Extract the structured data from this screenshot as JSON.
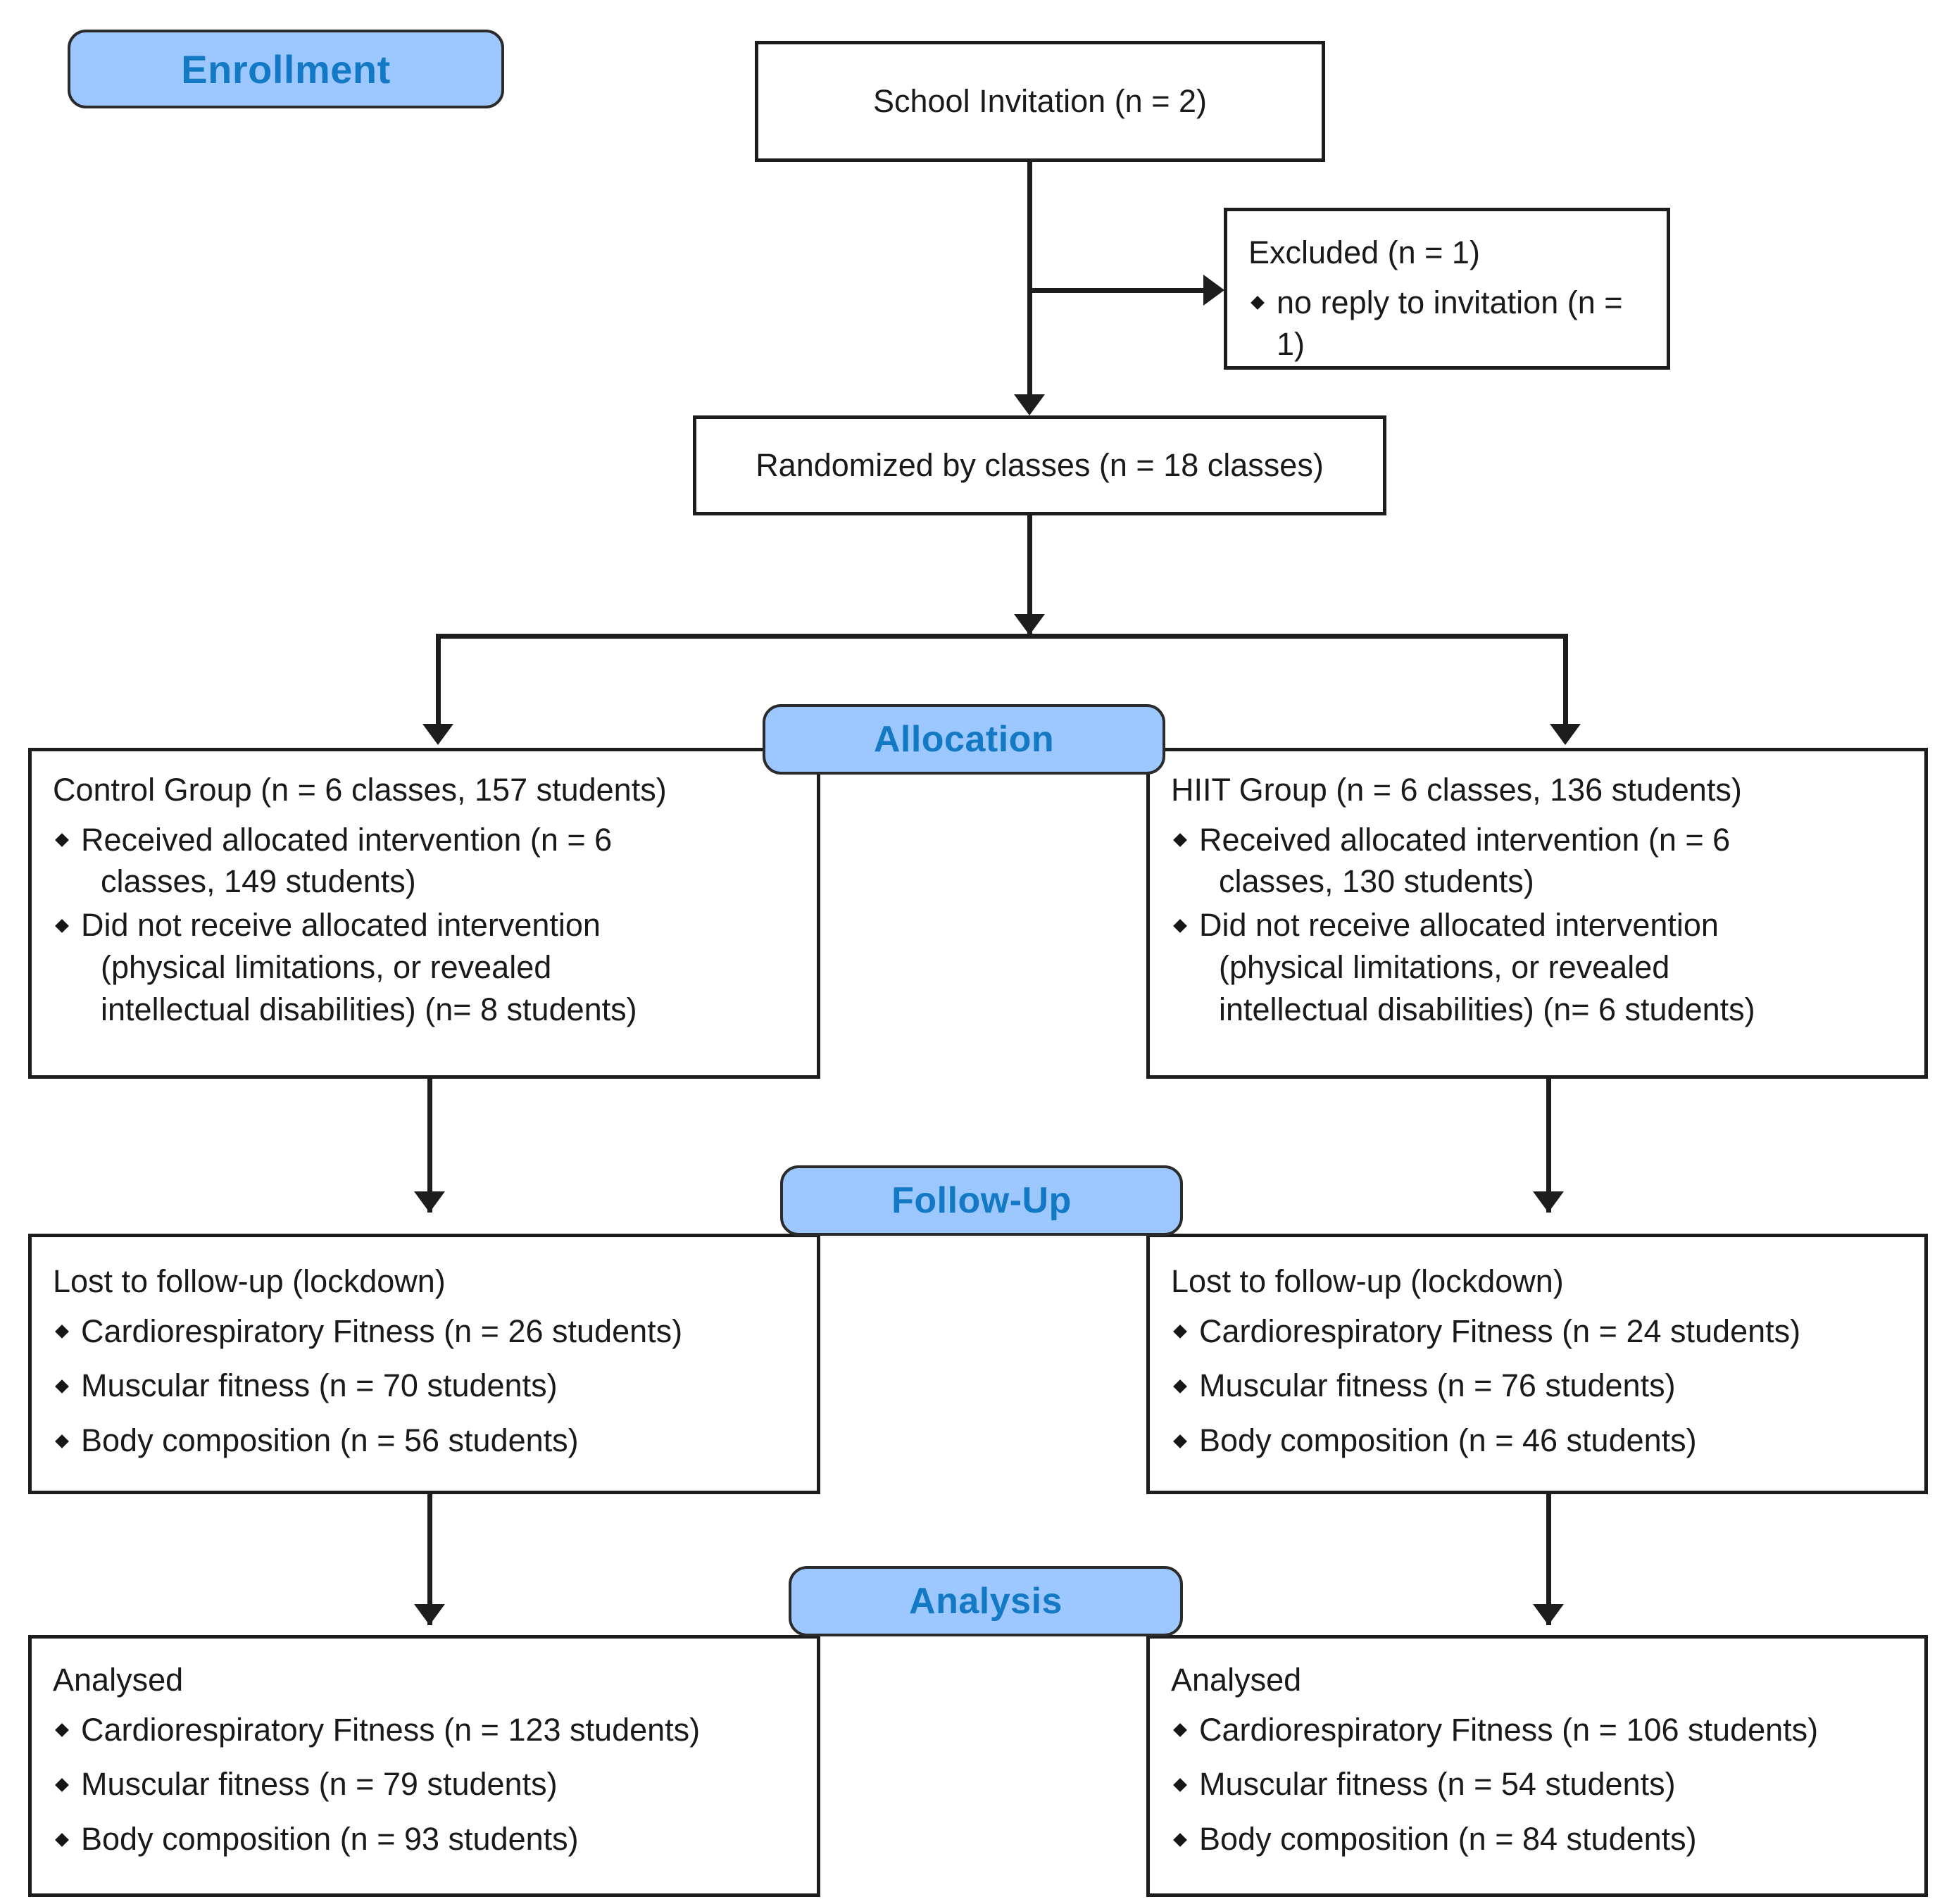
{
  "diagram": {
    "type": "consort-flow-diagram",
    "title": "CONSORT participant flow",
    "accent_color": "#9cc8ff",
    "label_text_color": "#1479c4",
    "line_color": "#1d1d1d",
    "bullet_glyph": "diamond"
  },
  "stages": {
    "enrollment": "Enrollment",
    "allocation": "Allocation",
    "follow_up": "Follow-Up",
    "analysis": "Analysis"
  },
  "enrollment": {
    "school_invitation": "School Invitation (n = 2)",
    "excluded_title": "Excluded (n = 1)",
    "excluded_items": [
      "no reply to invitation (n = 1)"
    ],
    "randomized": "Randomized by classes (n = 18 classes)"
  },
  "allocation": {
    "control": {
      "title": "Control Group (n = 6 classes, 157 students)",
      "items": [
        {
          "line1": "Received allocated intervention (n = 6",
          "line2": "classes, 149 students)"
        },
        {
          "line1": "Did not receive allocated intervention",
          "line2": "(physical limitations, or revealed",
          "line3": "intellectual disabilities) (n= 8 students)"
        }
      ]
    },
    "hiit": {
      "title": "HIIT Group (n = 6 classes, 136 students)",
      "items": [
        {
          "line1": "Received allocated intervention (n = 6",
          "line2": "classes, 130 students)"
        },
        {
          "line1": "Did not receive allocated intervention",
          "line2": "(physical limitations, or revealed",
          "line3": "intellectual disabilities) (n= 6 students)"
        }
      ]
    }
  },
  "follow_up": {
    "control": {
      "title": "Lost to follow-up (lockdown)",
      "items": [
        "Cardiorespiratory Fitness (n = 26 students)",
        "Muscular fitness (n = 70 students)",
        "Body composition (n = 56 students)"
      ]
    },
    "hiit": {
      "title": "Lost to follow-up (lockdown)",
      "items": [
        "Cardiorespiratory Fitness (n = 24 students)",
        "Muscular fitness (n = 76 students)",
        "Body composition (n = 46 students)"
      ]
    }
  },
  "analysis": {
    "control": {
      "title": "Analysed",
      "items": [
        "Cardiorespiratory Fitness (n = 123 students)",
        "Muscular fitness (n = 79 students)",
        "Body composition (n = 93 students)"
      ]
    },
    "hiit": {
      "title": "Analysed",
      "items": [
        "Cardiorespiratory Fitness (n = 106 students)",
        "Muscular fitness (n = 54 students)",
        "Body composition (n = 84 students)"
      ]
    }
  }
}
